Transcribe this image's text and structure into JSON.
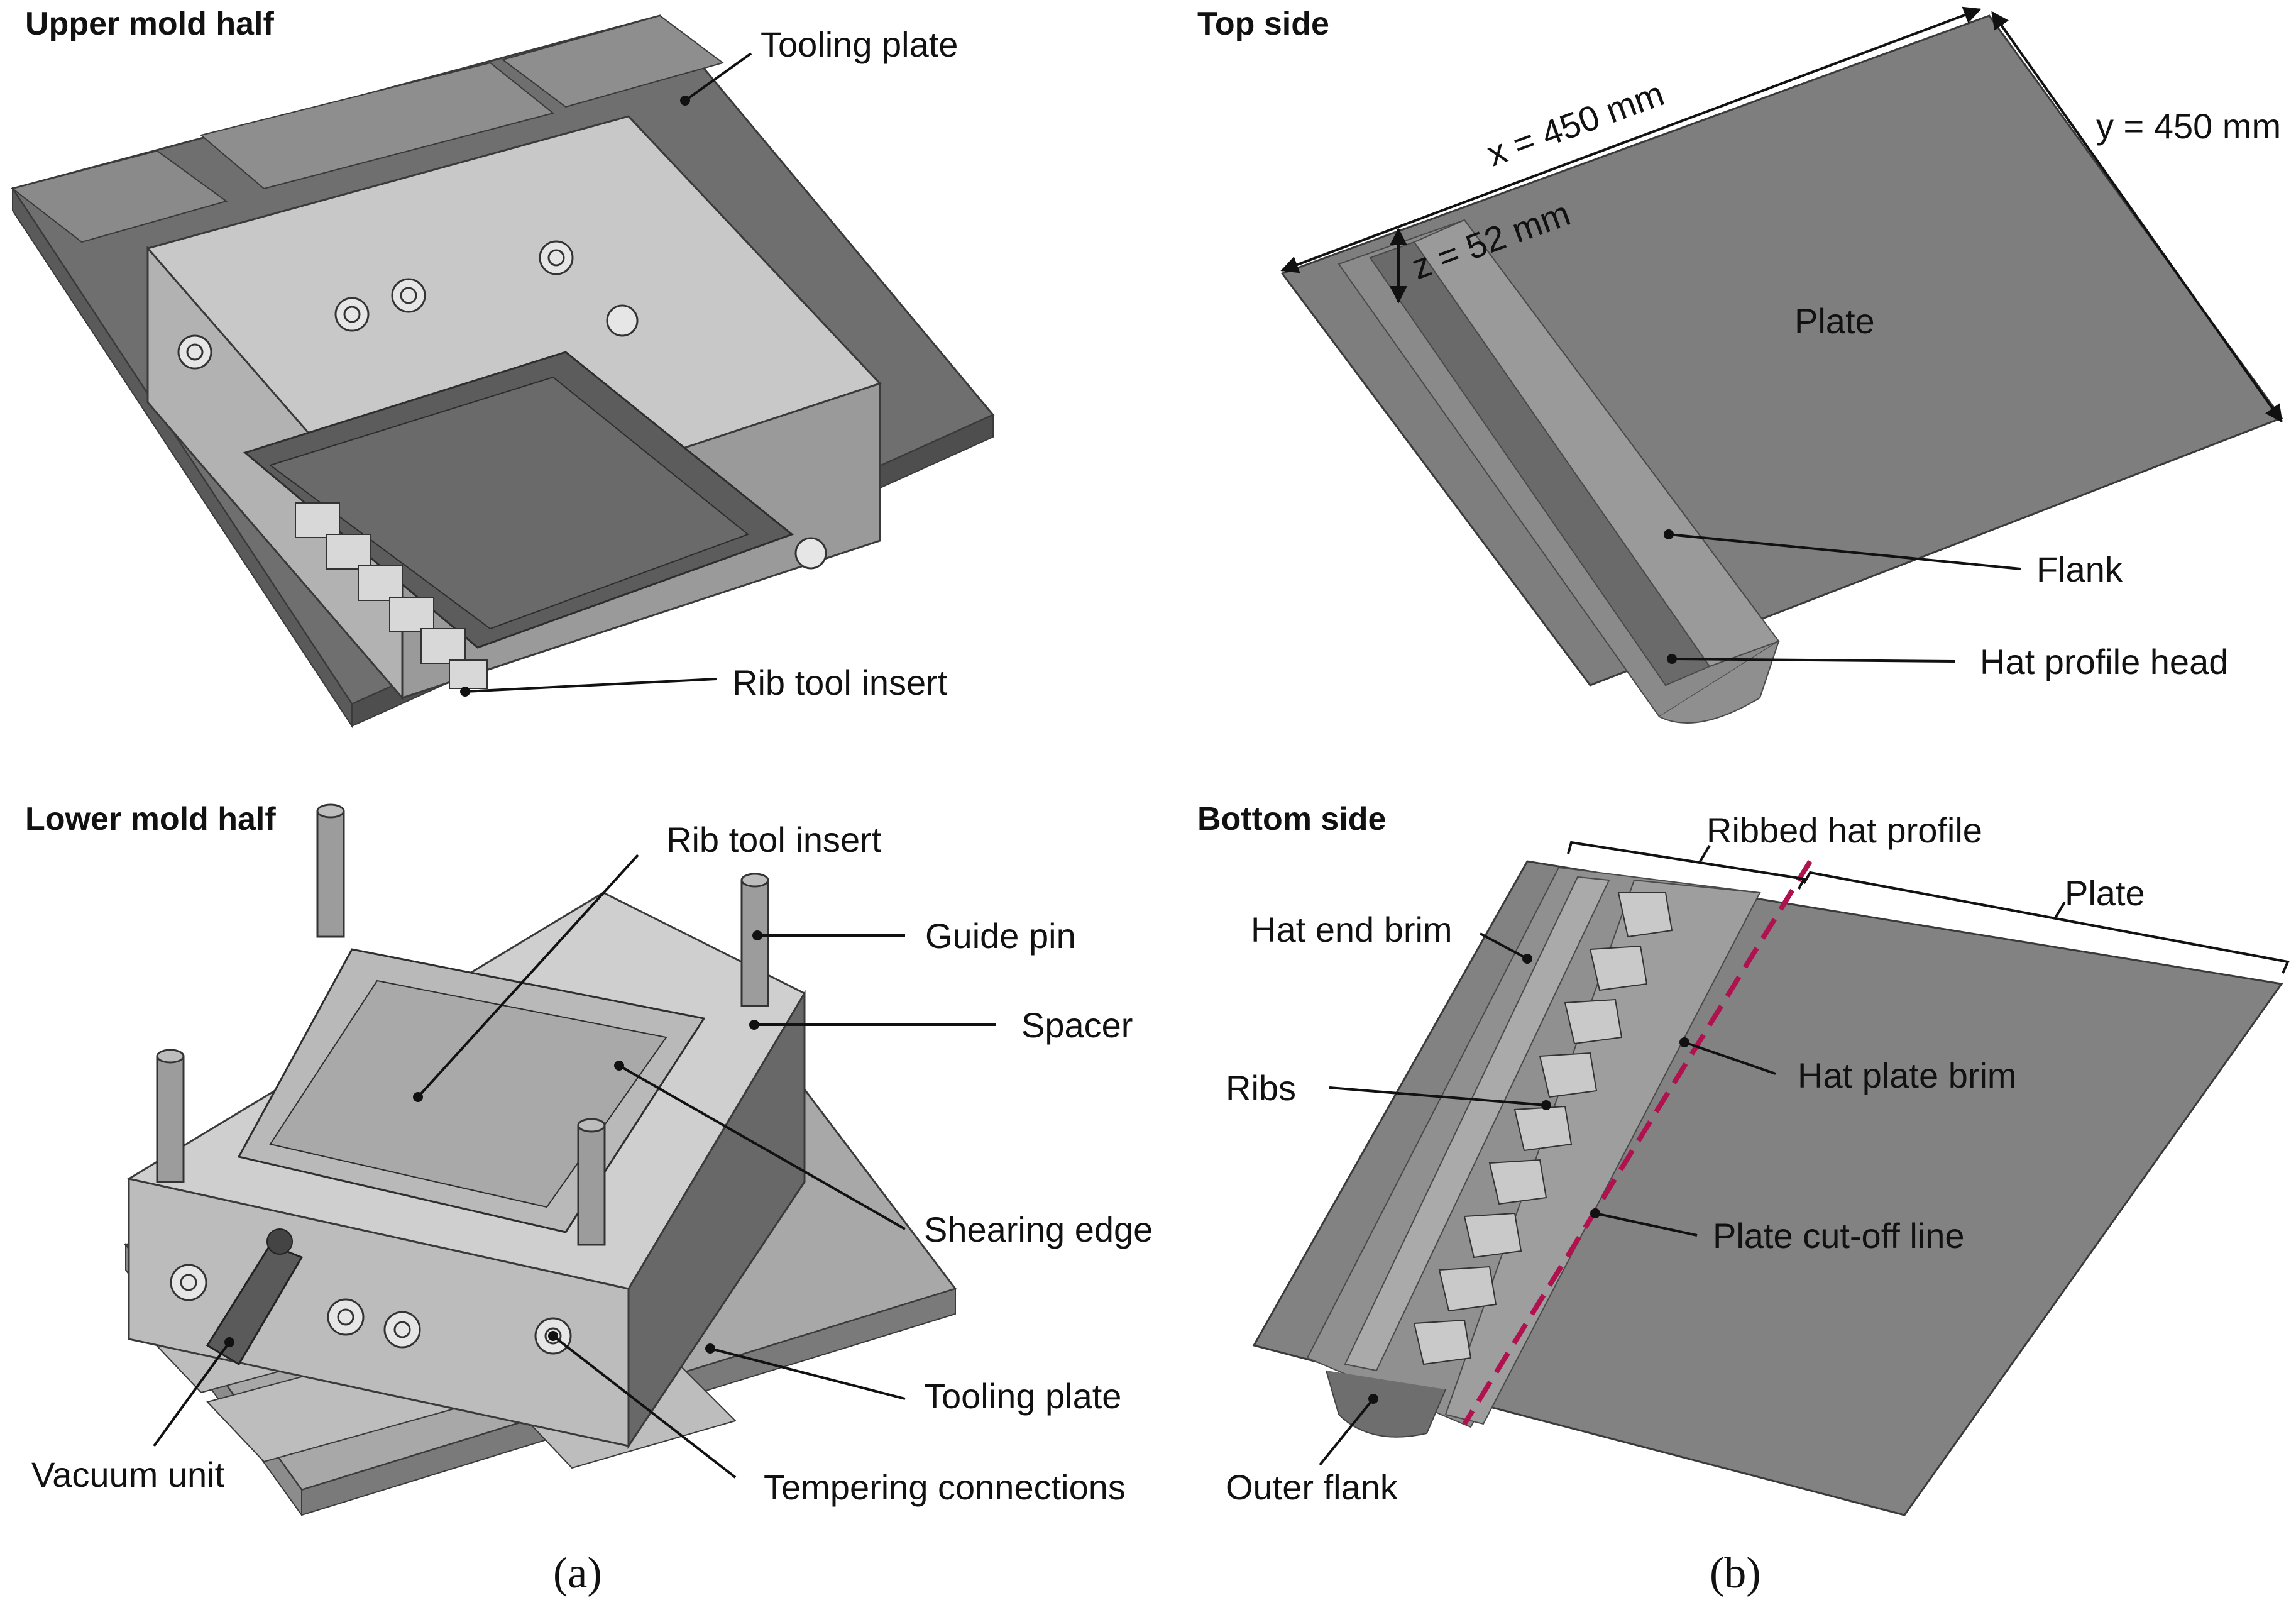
{
  "panel_a": {
    "caption": "(a)",
    "upper": {
      "title": "Upper mold half",
      "labels": {
        "tooling_plate": "Tooling plate",
        "rib_tool_insert": "Rib tool insert"
      }
    },
    "lower": {
      "title": "Lower mold half",
      "labels": {
        "rib_tool_insert": "Rib tool insert",
        "guide_pin": "Guide pin",
        "spacer": "Spacer",
        "shearing_edge": "Shearing edge",
        "tooling_plate": "Tooling plate",
        "vacuum_unit": "Vacuum unit",
        "tempering_connections": "Tempering connections"
      }
    }
  },
  "panel_b": {
    "caption": "(b)",
    "top": {
      "title": "Top side",
      "dims": {
        "x": "x = 450 mm",
        "y": "y = 450 mm",
        "z": "z = 52 mm"
      },
      "labels": {
        "plate": "Plate",
        "flank": "Flank",
        "hat_profile_head": "Hat profile head"
      }
    },
    "bottom": {
      "title": "Bottom side",
      "labels": {
        "ribbed_hat_profile": "Ribbed hat profile",
        "plate": "Plate",
        "hat_end_brim": "Hat end brim",
        "ribs": "Ribs",
        "hat_plate_brim": "Hat plate brim",
        "plate_cut_off_line": "Plate cut-off line",
        "outer_flank": "Outer flank"
      }
    }
  },
  "colors": {
    "part_gray": "#7c7c7c",
    "mold_light": "#c4c4c4",
    "mold_dark": "#6e6e6e",
    "cut_line": "#b0124f"
  }
}
